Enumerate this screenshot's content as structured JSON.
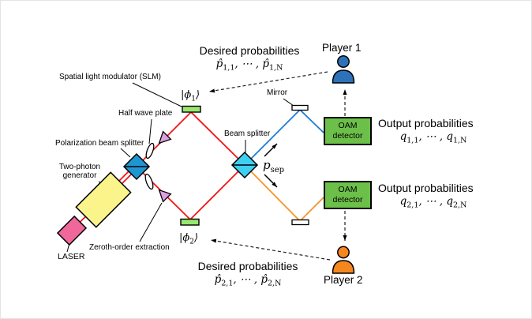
{
  "labels": {
    "slm": "Spatial light modulator (SLM)",
    "half_wave_plate": "Half wave plate",
    "polarization_bs": "Polarization beam splitter",
    "two_photon_1": "Two-photon",
    "two_photon_2": "generator",
    "laser": "LASER",
    "zeroth_order": "Zeroth-order extraction",
    "beam_splitter": "Beam splitter",
    "mirror": "Mirror"
  },
  "states": {
    "phi1": {
      "bra": "|ϕ",
      "sub": "1",
      "ket": "⟩"
    },
    "phi2": {
      "bra": "|ϕ",
      "sub": "2",
      "ket": "⟩"
    }
  },
  "p_sep": {
    "var": "p",
    "sub": "sep"
  },
  "players": {
    "p1": "Player 1",
    "p2": "Player 2"
  },
  "detectors": {
    "line1": "OAM",
    "line2": "detector"
  },
  "prob_blocks": {
    "desired1": {
      "title": "Desired probabilities",
      "v1": "p̂",
      "s1": "1,1",
      "mid": ", ⋯ , ",
      "v2": "p̂",
      "s2": "1,N"
    },
    "desired2": {
      "title": "Desired probabilities",
      "v1": "p̂",
      "s1": "2,1",
      "mid": ", ⋯ , ",
      "v2": "p̂",
      "s2": "2,N"
    },
    "output1": {
      "title": "Output probabilities",
      "v1": "q",
      "s1": "1,1",
      "mid": ", ⋯ , ",
      "v2": "q",
      "s2": "1,N"
    },
    "output2": {
      "title": "Output probabilities",
      "v1": "q",
      "s1": "2,1",
      "mid": ", ⋯ , ",
      "v2": "q",
      "s2": "2,N"
    }
  },
  "colors": {
    "beam_red": "#F21414",
    "beam_blue": "#1D7BD4",
    "beam_orange": "#F79428",
    "polarization_bs": "#1E96D2",
    "beam_splitter": "#3FCFF2",
    "slm": "#96E86E",
    "oam_detector": "#6CC04A",
    "laser": "#F0689B",
    "two_photon_generator": "#FAF48A",
    "prism": "#DDA0DD",
    "player1": "#2D72B9",
    "player2": "#F5871F"
  }
}
